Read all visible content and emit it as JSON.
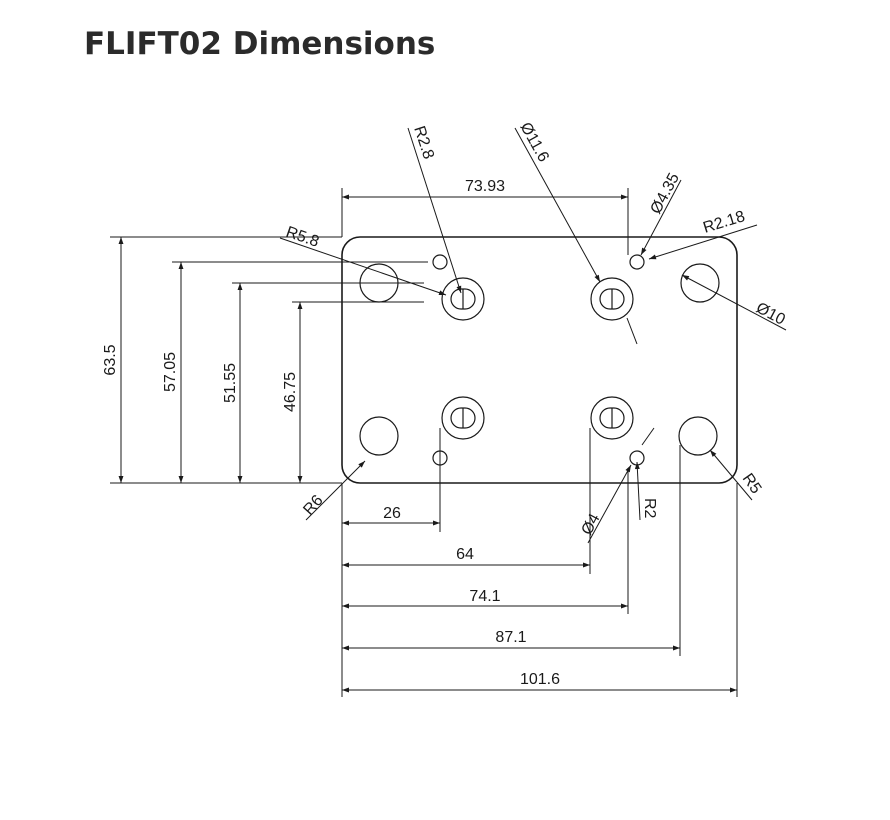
{
  "title": "FLIFT02 Dimensions",
  "colors": {
    "line": "#1a1a1a",
    "text": "#1a1a1a",
    "title": "#2b2b2b",
    "background": "#ffffff"
  },
  "dimensions": {
    "r2_8": "R2.8",
    "dia11_6": "Ø11.6",
    "d73_93": "73.93",
    "dia4_35": "Ø4.35",
    "r2_18": "R2.18",
    "r5_8": "R5.8",
    "dia10": "Ø10",
    "d63_5": "63.5",
    "d57_05": "57.05",
    "d51_55": "51.55",
    "d46_75": "46.75",
    "r6": "R6",
    "r5": "R5",
    "r2": "R2",
    "dia4": "Ø4",
    "d26": "26",
    "d64": "64",
    "d74_1": "74.1",
    "d87_1": "87.1",
    "d101_6": "101.6"
  }
}
